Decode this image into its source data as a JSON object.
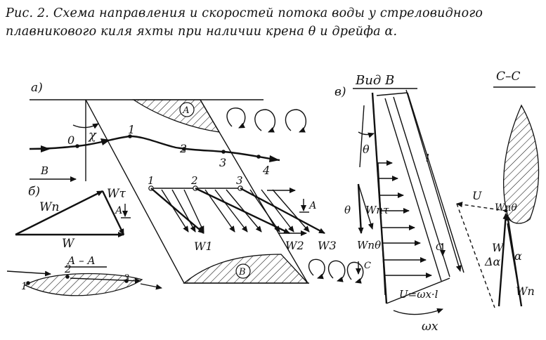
{
  "caption": {
    "line1": "Рис. 2. Схема направления и скоростей потока воды у стреловидного",
    "line2": "плавникового киля яхты при наличии крена θ и дрейфа α."
  },
  "labels": {
    "panel_a": "а)",
    "panel_b": "б)",
    "panel_v": "в)",
    "view_v": "Вид В",
    "section_cc": "С–С",
    "section_aa": "А – А",
    "point_0": "0",
    "point_1": "1",
    "point_2": "2",
    "point_3": "3",
    "point_4": "4",
    "chi": "χ",
    "flow_B": "В",
    "zone_A": "А",
    "zone_B": "В",
    "arrow_A": "А",
    "W_n": "Wn",
    "W_tau": "Wτ",
    "W": "W",
    "W1": "W1",
    "W2": "W2",
    "W3": "W3",
    "theta": "θ",
    "W_n_tau": "Wnτ",
    "W_n_theta": "Wnθ",
    "arrow_C": "С",
    "U_formula": "U=ωx·l",
    "l": "l",
    "omega_x": "ωx",
    "U": "U",
    "delta_alpha": "Δα",
    "alpha": "α"
  }
}
